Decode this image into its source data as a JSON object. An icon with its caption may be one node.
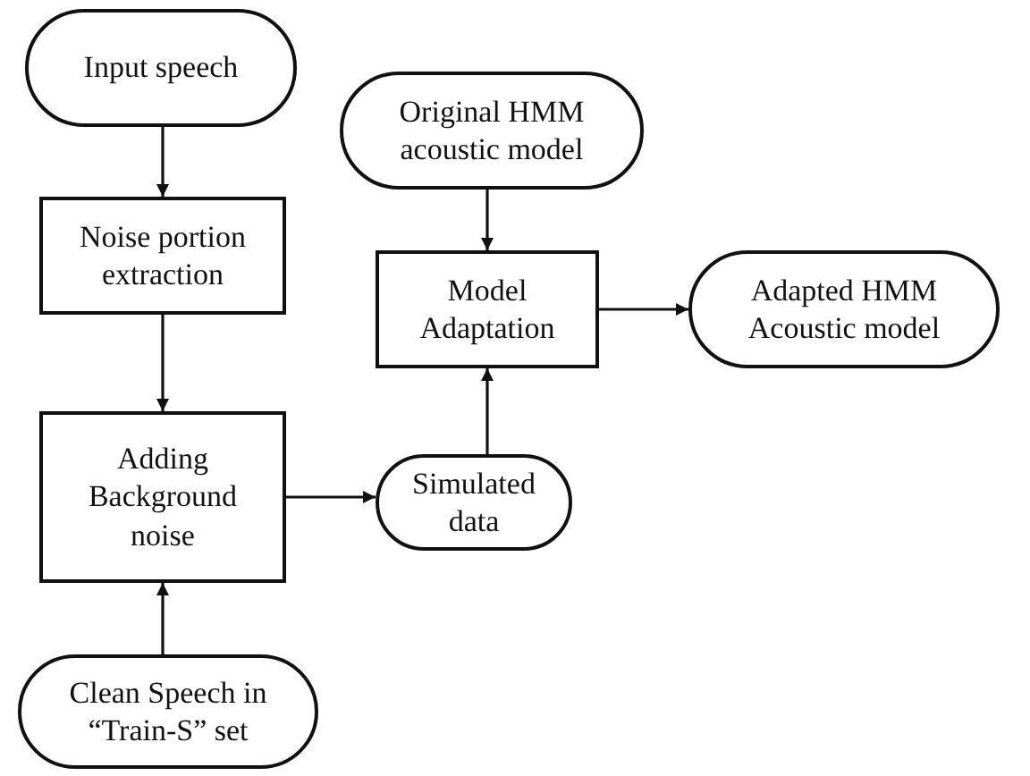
{
  "diagram": {
    "nodes": [
      {
        "text": [
          "Input speech"
        ]
      },
      {
        "text": [
          "Noise portion extraction"
        ]
      },
      {
        "text": [
          "Adding Background noise"
        ]
      },
      {
        "text": [
          "Clean Speech in “Train-S” set"
        ]
      },
      {
        "text": [
          "Original HMM acoustic model"
        ]
      },
      {
        "text": [
          "Model Adaptation"
        ]
      },
      {
        "text": [
          "Adapted HMM Acoustic model"
        ]
      },
      {
        "text": [
          "Simulated data"
        ]
      }
    ],
    "edges": [
      {
        "from": 0,
        "to": 1,
        "arrow": "to"
      },
      {
        "from": 1,
        "to": 2,
        "arrow": "to"
      },
      {
        "from": 3,
        "to": 2,
        "arrow": "to"
      },
      {
        "from": 2,
        "to": 7,
        "arrow": "to"
      },
      {
        "from": 7,
        "to": 5,
        "arrow": "to"
      },
      {
        "from": 4,
        "to": 5,
        "arrow": "to"
      },
      {
        "from": 5,
        "to": 6,
        "arrow": "to"
      }
    ]
  }
}
